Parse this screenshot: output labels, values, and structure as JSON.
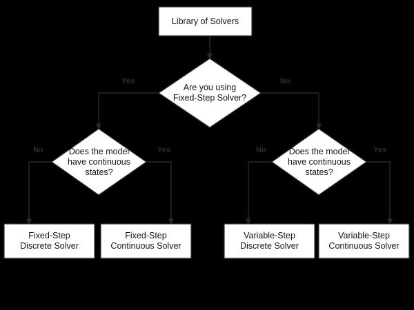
{
  "diagram": {
    "type": "flowchart",
    "background_color": "#000000",
    "node_fill_color": "#ffffff",
    "node_stroke_color": "#333333",
    "node_text_color": "#141414",
    "edge_color": "#2a2a2a",
    "edge_label_color": "#2e2e2e",
    "title": "Library of Solvers"
  },
  "nodes": {
    "root_box": {
      "label": "Library of Solvers",
      "shape": "rectangle"
    },
    "decision_top": {
      "label": "Are you using\nFixed-Step Solver?",
      "shape": "diamond"
    },
    "decision_left": {
      "label": "Does the model\nhave continuous\nstates?",
      "shape": "diamond"
    },
    "decision_right": {
      "label": "Does the model\nhave continuous\nstates?",
      "shape": "diamond"
    },
    "leaf_fixed_discrete": {
      "label": "Fixed-Step\nDiscrete Solver",
      "shape": "rectangle"
    },
    "leaf_fixed_continuous": {
      "label": "Fixed-Step\nContinuous Solver",
      "shape": "rectangle"
    },
    "leaf_variable_discrete": {
      "label": "Variable-Step\nDiscrete Solver",
      "shape": "rectangle"
    },
    "leaf_variable_continuous": {
      "label": "Variable-Step\nContinuous Solver",
      "shape": "rectangle"
    }
  },
  "edge_labels": {
    "top_yes": "Yes",
    "top_no": "No",
    "left_no": "No",
    "left_yes": "Yes",
    "right_no": "No",
    "right_yes": "Yes"
  }
}
